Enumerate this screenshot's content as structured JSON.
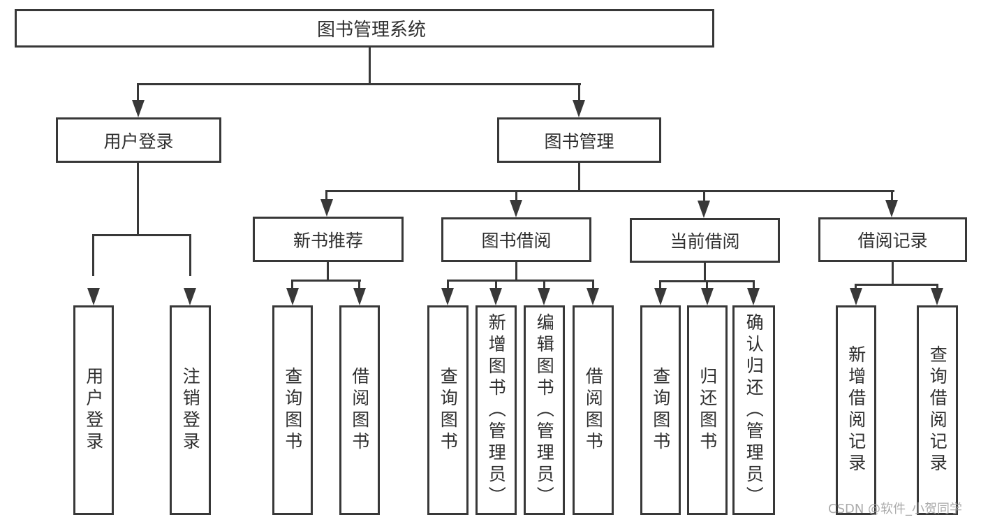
{
  "diagram": {
    "title": "图书管理系统",
    "level2": {
      "user_login": "用户登录",
      "book_management": "图书管理"
    },
    "level3": {
      "new_book": "新书推荐",
      "book_borrow": "图书借阅",
      "current_borrow": "当前借阅",
      "borrow_records": "借阅记录"
    },
    "leaves": {
      "user_login": "用户登录",
      "logout": "注销登录",
      "nb_search_book": "查询图书",
      "nb_borrow_book": "借阅图书",
      "bb_search_book": "查询图书",
      "bb_add_book": "新增图书（管理员）",
      "bb_edit_book": "编辑图书（管理员）",
      "bb_borrow_book": "借阅图书",
      "cb_search_book": "查询图书",
      "cb_return_book": "归还图书",
      "cb_confirm_return": "确认归还（管理员）",
      "br_add_record": "新增借阅记录",
      "br_search_record": "查询借阅记录"
    }
  },
  "watermark": "CSDN @软件_小贺同学",
  "colors": {
    "line": "#383838",
    "text": "#2f2f2f",
    "background": "#ffffff",
    "watermark": "#a3a3a3"
  }
}
